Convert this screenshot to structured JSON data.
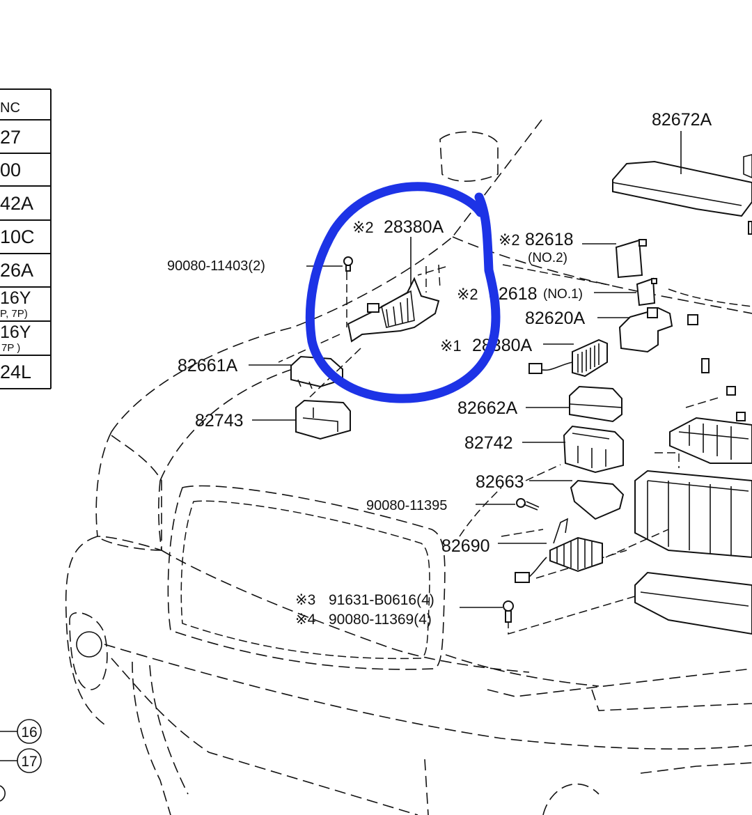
{
  "table_rows": [
    {
      "text": "NC"
    },
    {
      "text": "27"
    },
    {
      "text": "00"
    },
    {
      "text": "42A"
    },
    {
      "text": "10C"
    },
    {
      "text": "26A"
    },
    {
      "text": "16Y",
      "sub": "P, 7P)"
    },
    {
      "text": "16Y",
      "sub": "7P )"
    },
    {
      "text": "24L"
    }
  ],
  "callouts": {
    "c82672A": "82672A",
    "c28380A_top": "28380A",
    "c28380A_top_note": "※2",
    "c82618_no2": "82618",
    "c82618_no2_sub": "(NO.2)",
    "c82618_no2_note": "※2",
    "c82618_no1": "82618",
    "c82618_no1_sub": "(NO.1)",
    "c82618_no1_note": "※2",
    "c82620A": "82620A",
    "c28380A_mid": "28380A",
    "c28380A_mid_note": "※1",
    "c90080_11403": "90080-11403(2)",
    "c82661A": "82661A",
    "c82743": "82743",
    "c82662A": "82662A",
    "c82742": "82742",
    "c82663": "82663",
    "c90080_11395": "90080-11395",
    "c82690": "82690",
    "c91631": "91631-B0616(4)",
    "c91631_note": "※3",
    "c90080_11369": "90080-11369(4)",
    "c90080_11369_note": "※4"
  },
  "refs": {
    "r16": "16",
    "r17": "17"
  },
  "highlight_color": "#1d33e6"
}
